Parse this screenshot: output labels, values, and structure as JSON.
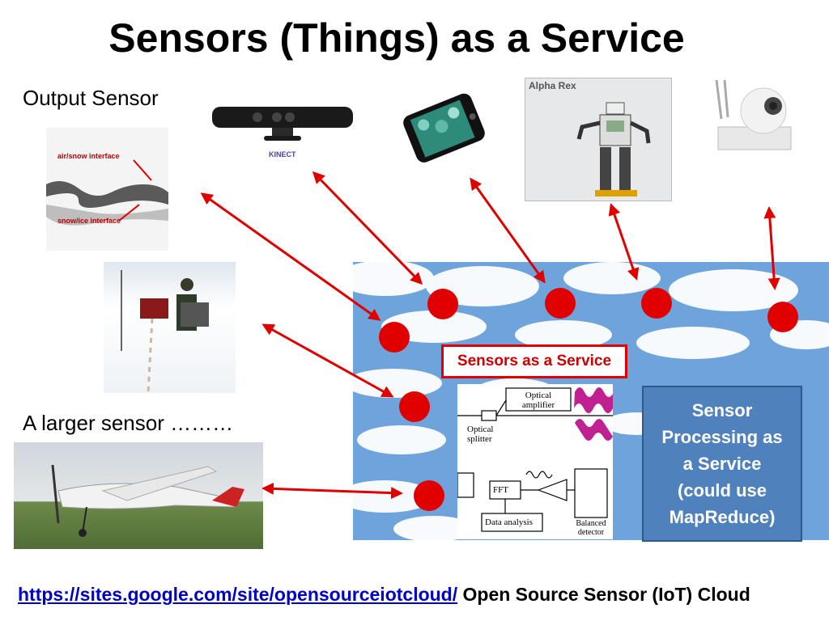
{
  "slide": {
    "title": "Sensors (Things) as a Service",
    "output_sensor_label": "Output Sensor",
    "larger_sensor_label": "A larger sensor ………",
    "sensors_service_label": "Sensors as a Service",
    "processing_label_lines": [
      "Sensor",
      "Processing as",
      "a Service",
      "(could use",
      "MapReduce)"
    ],
    "footer_link": "https://sites.google.com/site/opensourceiotcloud/",
    "footer_text": "Open Source Sensor (IoT) Cloud"
  },
  "images": {
    "radar_labels": [
      "air/snow interface",
      "snow/ice interface"
    ],
    "kinect_label": "KINECT",
    "robot_label": "Alpha Rex"
  },
  "diagram": {
    "optical_amplifier": "Optical amplifier",
    "optical_splitter": "Optical splitter",
    "fft": "FFT",
    "data_analysis": "Data analysis",
    "balanced_detector": "Balanced detector"
  },
  "colors": {
    "accent_red": "#e00000",
    "cloud_blue": "#6fa3db",
    "box_blue": "#4f81bd",
    "link_blue": "#0000cc"
  }
}
